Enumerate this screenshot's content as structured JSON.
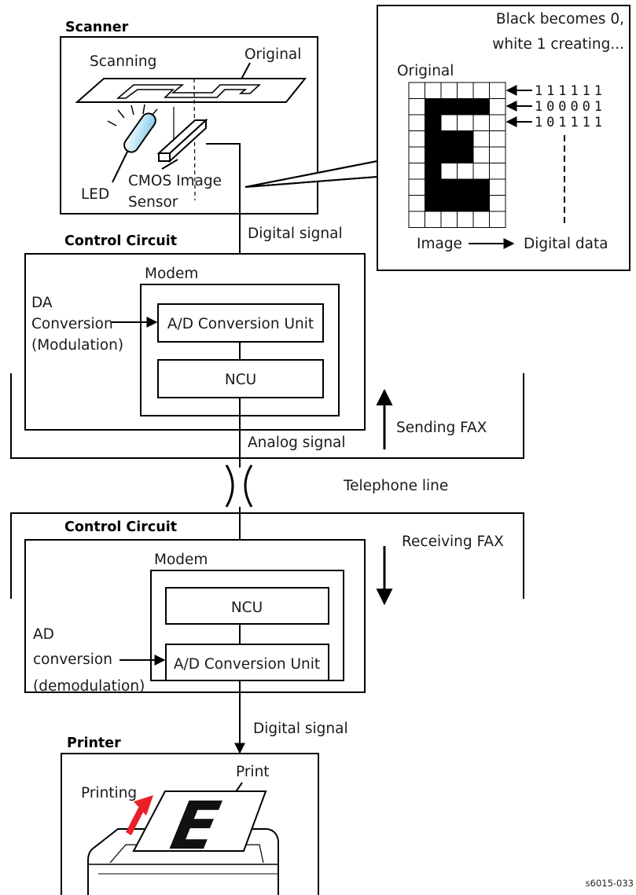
{
  "scanner": {
    "title": "Scanner",
    "scanning": "Scanning",
    "original": "Original",
    "led": "LED",
    "sensor_line1": "CMOS Image",
    "sensor_line2": "Sensor"
  },
  "callout": {
    "line1": "Black becomes 0,",
    "line2": "white 1 creating...",
    "original": "Original",
    "rows": [
      "111111",
      "100001",
      "101111"
    ],
    "image": "Image",
    "digital_data": "Digital data"
  },
  "signals": {
    "digital_top": "Digital signal",
    "analog": "Analog signal",
    "telephone": "Telephone line",
    "digital_bottom": "Digital signal"
  },
  "send": {
    "control_title": "Control Circuit",
    "modem": "Modem",
    "conversion_line1": "DA",
    "conversion_line2": "Conversion",
    "conversion_line3": "(Modulation)",
    "ad_unit": "A/D Conversion Unit",
    "ncu": "NCU",
    "direction": "Sending FAX"
  },
  "receive": {
    "control_title": "Control Circuit",
    "modem": "Modem",
    "conversion_line1": "AD",
    "conversion_line2": "conversion",
    "conversion_line3": "(demodulation)",
    "ncu": "NCU",
    "ad_unit": "A/D Conversion Unit",
    "direction": "Receiving FAX"
  },
  "printer": {
    "title": "Printer",
    "printing": "Printing",
    "print": "Print",
    "letter": "E"
  },
  "figure_id": "s6015-033",
  "colors": {
    "arrow_red": "#e8202a",
    "led_blue": "#bfe6f7",
    "line": "#000000"
  }
}
